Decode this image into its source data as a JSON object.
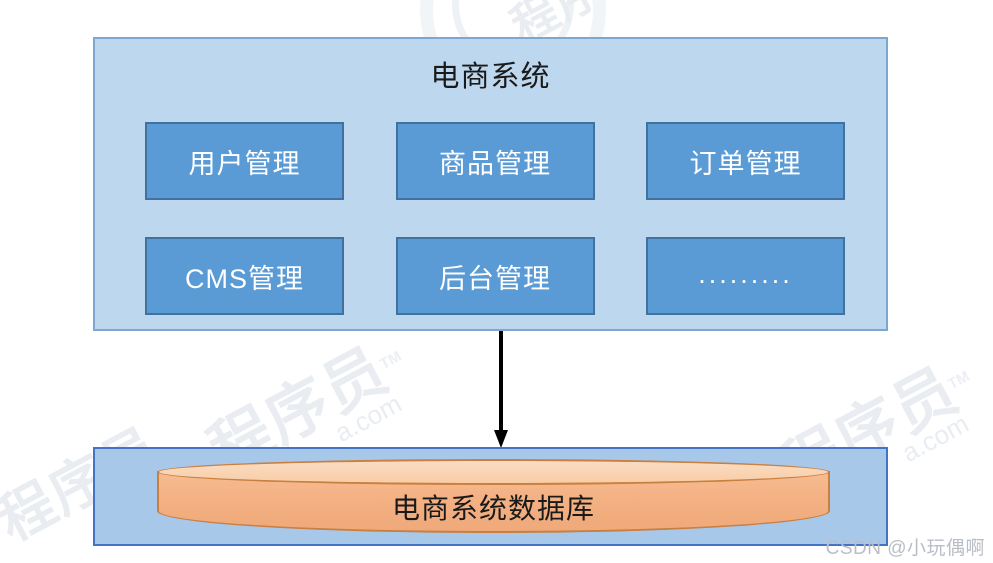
{
  "diagram": {
    "system": {
      "title": "电商系统",
      "modules": [
        [
          {
            "label": "用户管理",
            "name": "user-management"
          },
          {
            "label": "商品管理",
            "name": "product-management"
          },
          {
            "label": "订单管理",
            "name": "order-management"
          }
        ],
        [
          {
            "label": "CMS管理",
            "name": "cms-management"
          },
          {
            "label": "后台管理",
            "name": "admin-management"
          },
          {
            "label": ".........",
            "name": "more-modules"
          }
        ]
      ]
    },
    "connector": {
      "direction": "down",
      "color": "#000000"
    },
    "database": {
      "label": "电商系统数据库"
    },
    "colors": {
      "system_fill": "#bdd7ee",
      "system_border": "#7ba7d0",
      "module_fill": "#5b9bd5",
      "module_border": "#41719c",
      "module_text": "#ffffff",
      "db_container_fill": "#a8c8ea",
      "db_container_border": "#4472c4",
      "cylinder_fill": "#f4b183",
      "cylinder_border": "#c87f3f",
      "arrow": "#000000"
    }
  },
  "watermarks": {
    "csdn": "CSDN @小玩偶啊",
    "background_cn": "程序员",
    "background_com": "a.com",
    "background_tm": "TM"
  }
}
